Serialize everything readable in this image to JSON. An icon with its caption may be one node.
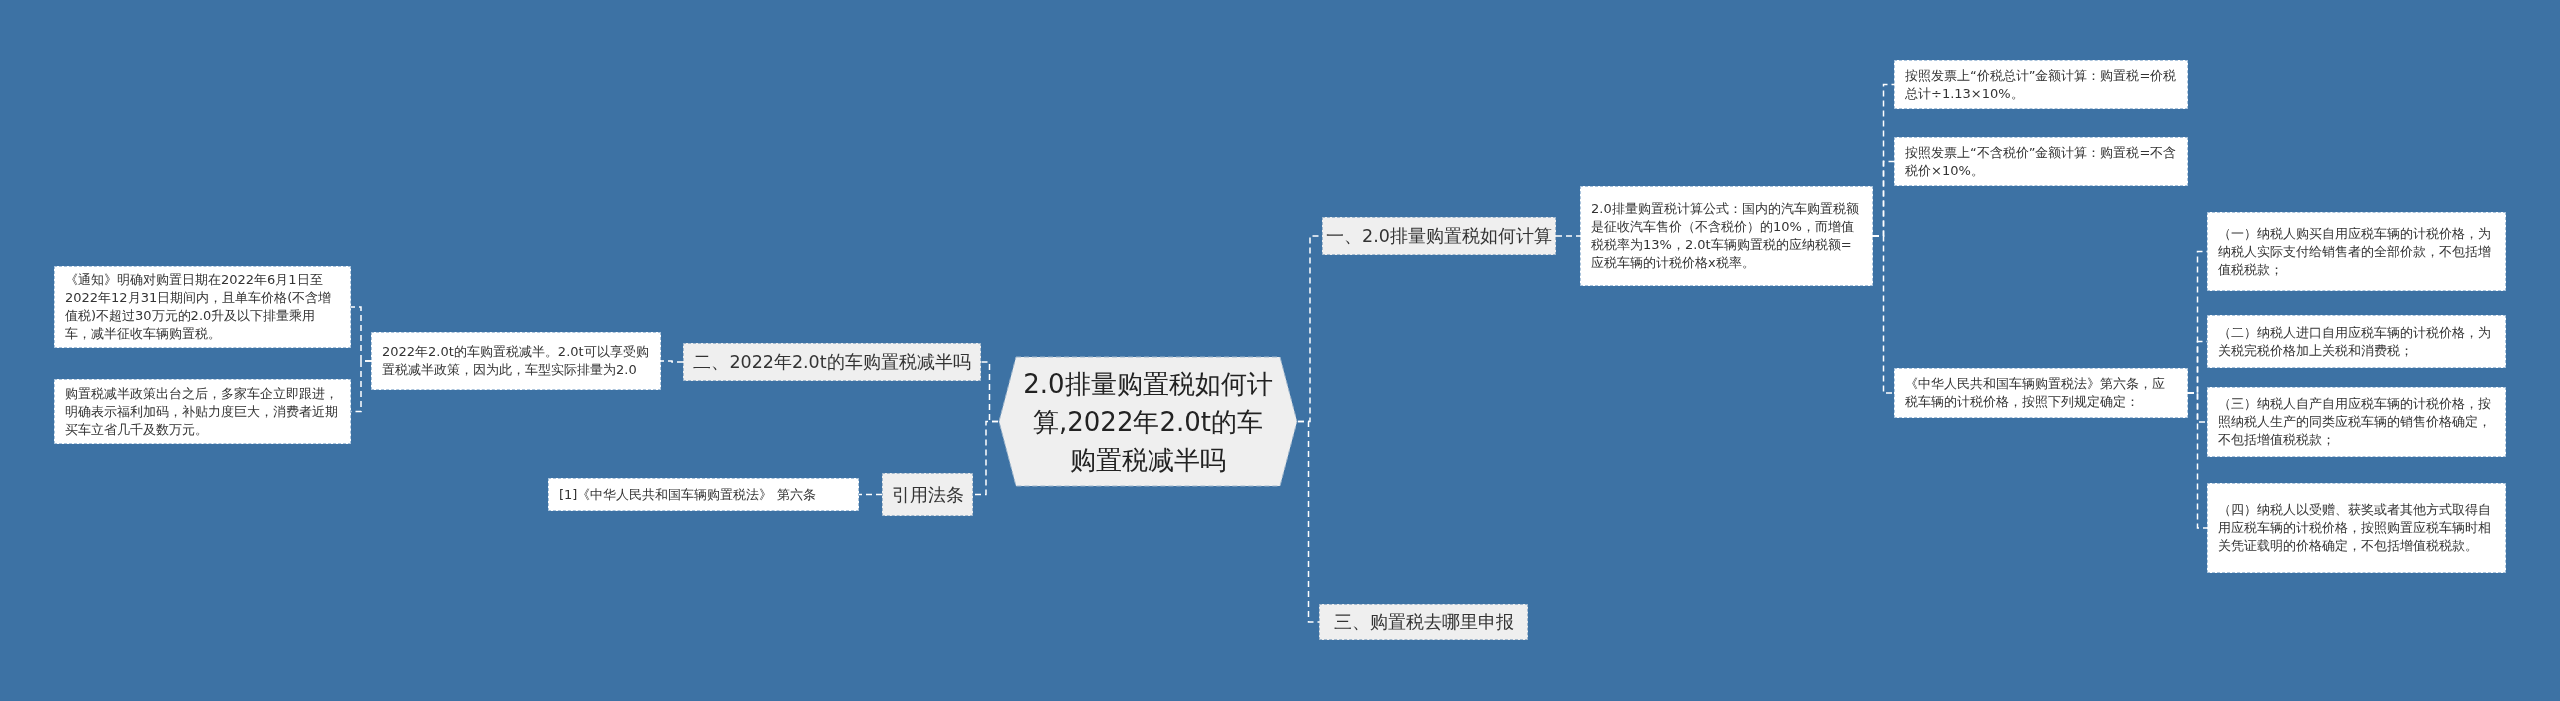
{
  "diagram": {
    "nodes": [
      {
        "text": [
          "2.0排量购置税如何计算,2022年2.0t的车购置税减半吗"
        ]
      },
      {
        "text": [
          "一、2.0排量购置税如何计算"
        ]
      },
      {
        "text": [
          "2.0排量购置税计算公式：国内的汽车购置税额是征收汽车售价（不含税价）的10%，而增值税税率为13%，2.0t车辆购置税的应纳税额=应税车辆的计税价格x税率。"
        ]
      },
      {
        "text": [
          "按照发票上“价税总计”金额计算：购置税=价税总计÷1.13×10%。"
        ]
      },
      {
        "text": [
          "按照发票上“不含税价”金额计算：购置税=不含税价×10%。"
        ]
      },
      {
        "text": [
          "《中华人民共和国车辆购置税法》第六条，应税车辆的计税价格，按照下列规定确定："
        ]
      },
      {
        "text": [
          "（一）纳税人购买自用应税车辆的计税价格，为纳税人实际支付给销售者的全部价款，不包括增值税税款；"
        ]
      },
      {
        "text": [
          "（二）纳税人进口自用应税车辆的计税价格，为关税完税价格加上关税和消费税；"
        ]
      },
      {
        "text": [
          "（三）纳税人自产自用应税车辆的计税价格，按照纳税人生产的同类应税车辆的销售价格确定，不包括增值税税款；"
        ]
      },
      {
        "text": [
          "（四）纳税人以受赠、获奖或者其他方式取得自用应税车辆的计税价格，按照购置应税车辆时相关凭证载明的价格确定，不包括增值税税款。"
        ]
      },
      {
        "text": [
          "三、购置税去哪里申报"
        ]
      },
      {
        "text": [
          "二、2022年2.0t的车购置税减半吗"
        ]
      },
      {
        "text": [
          "2022年2.0t的车购置税减半。2.0t可以享受购置税减半政策，因为此，车型实际排量为2.0"
        ]
      },
      {
        "text": [
          "《通知》明确对购置日期在2022年6月1日至2022年12月31日期间内，且单车价格(不含增值税)不超过30万元的2.0升及以下排量乘用车，减半征收车辆购置税。"
        ]
      },
      {
        "text": [
          "购置税减半政策出台之后，多家车企立即跟进，明确表示福利加码，补贴力度巨大，消费者近期买车立省几千及数万元。"
        ]
      },
      {
        "text": [
          "引用法条"
        ]
      },
      {
        "text": [
          "[1]《中华人民共和国车辆购置税法》 第六条"
        ]
      }
    ],
    "edges": [
      {
        "from": 0,
        "to": 1,
        "arrow": "none",
        "style": "dashed"
      },
      {
        "from": 1,
        "to": 2,
        "arrow": "none",
        "style": "dashed"
      },
      {
        "from": 2,
        "to": 3,
        "arrow": "none",
        "style": "dashed"
      },
      {
        "from": 2,
        "to": 4,
        "arrow": "none",
        "style": "dashed"
      },
      {
        "from": 2,
        "to": 5,
        "arrow": "none",
        "style": "dashed"
      },
      {
        "from": 5,
        "to": 6,
        "arrow": "none",
        "style": "dashed"
      },
      {
        "from": 5,
        "to": 7,
        "arrow": "none",
        "style": "dashed"
      },
      {
        "from": 5,
        "to": 8,
        "arrow": "none",
        "style": "dashed"
      },
      {
        "from": 5,
        "to": 9,
        "arrow": "none",
        "style": "dashed"
      },
      {
        "from": 0,
        "to": 10,
        "arrow": "none",
        "style": "dashed"
      },
      {
        "from": 0,
        "to": 11,
        "arrow": "none",
        "style": "dashed"
      },
      {
        "from": 11,
        "to": 12,
        "arrow": "none",
        "style": "dashed"
      },
      {
        "from": 12,
        "to": 13,
        "arrow": "none",
        "style": "dashed"
      },
      {
        "from": 12,
        "to": 14,
        "arrow": "none",
        "style": "dashed"
      },
      {
        "from": 0,
        "to": 15,
        "arrow": "none",
        "style": "dashed"
      },
      {
        "from": 15,
        "to": 16,
        "arrow": "none",
        "style": "dashed"
      }
    ]
  }
}
